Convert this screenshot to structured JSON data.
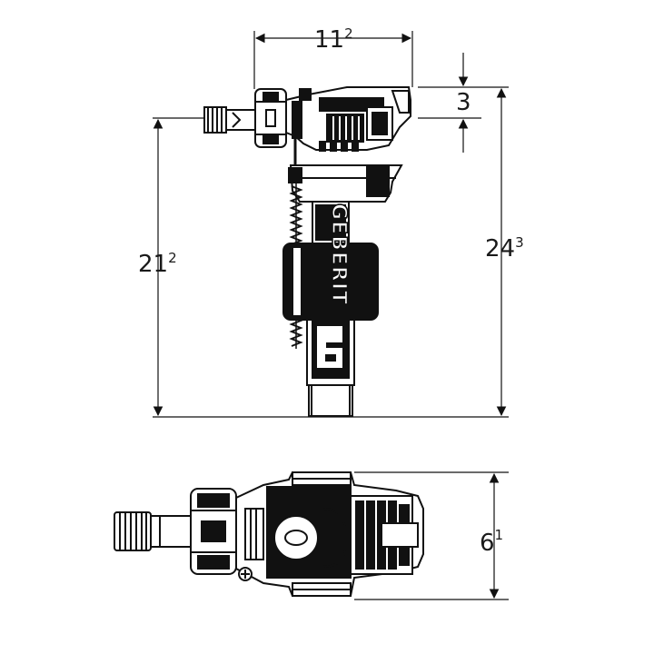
{
  "dimensions": {
    "top_width": {
      "main": "11",
      "sup": "2"
    },
    "top_offset": {
      "main": "3",
      "sup": ""
    },
    "left_height": {
      "main": "21",
      "sup": "2"
    },
    "right_height": {
      "main": "24",
      "sup": "3"
    },
    "bottom_depth": {
      "main": "6",
      "sup": "1"
    }
  },
  "brand": {
    "label": "GEBERIT"
  },
  "colors": {
    "line": "#111111",
    "dim": "#1a1a1a",
    "fill_dark": "#111111",
    "fill_light": "#ffffff"
  }
}
